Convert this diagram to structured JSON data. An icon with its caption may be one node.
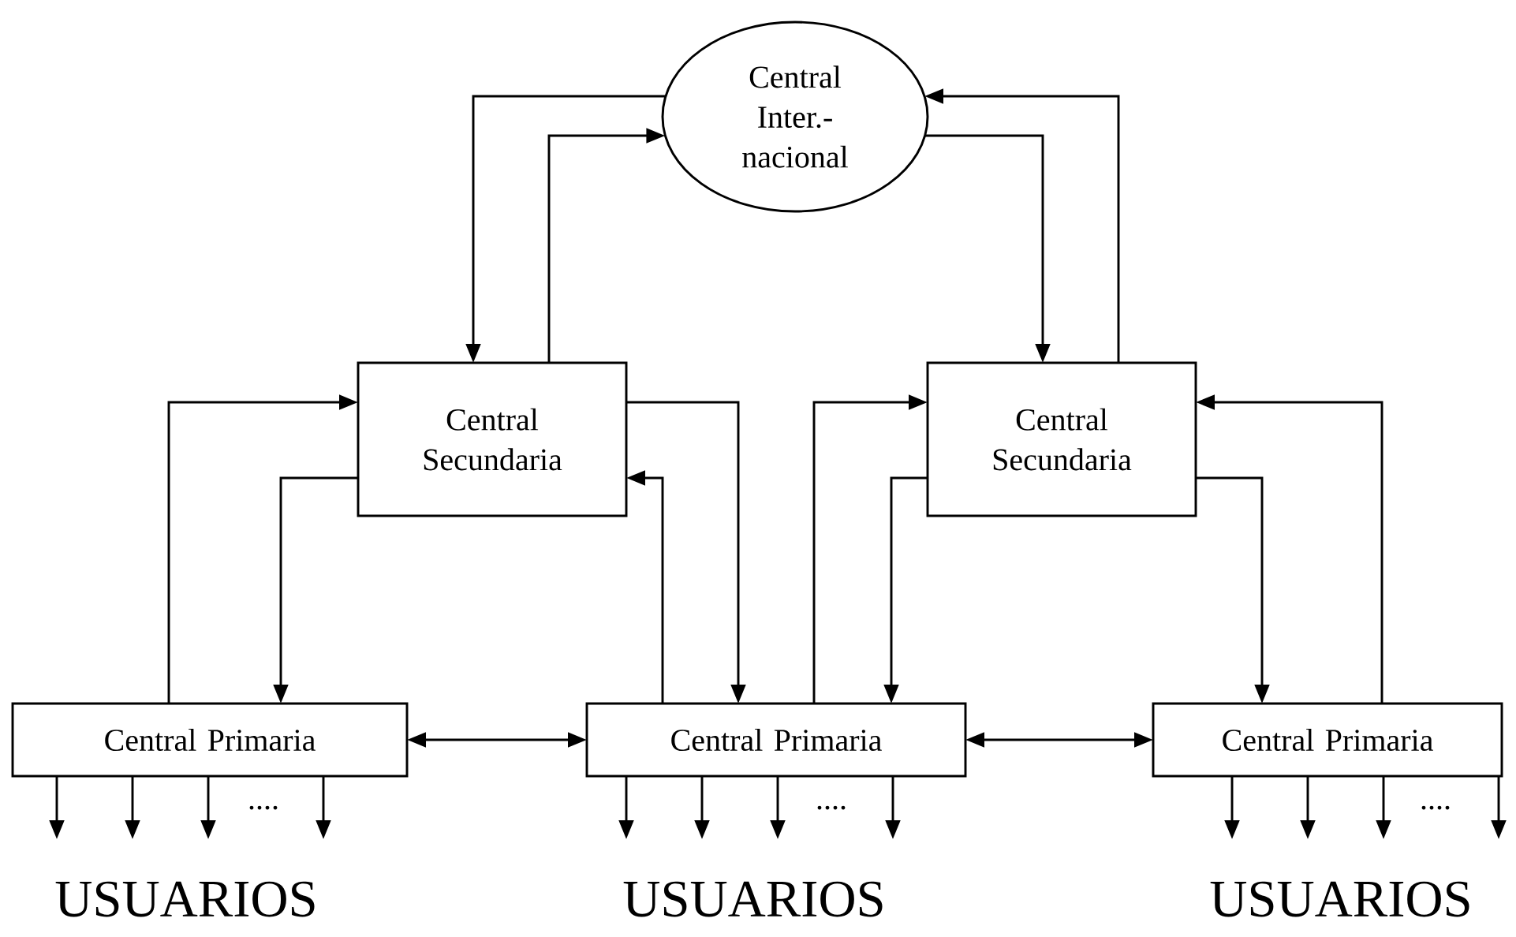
{
  "diagram": {
    "nodes": [
      {
        "text": [
          "Central Inter.- nacional"
        ]
      },
      {
        "text": [
          "Central Secundaria"
        ]
      },
      {
        "text": [
          "Central Secundaria"
        ]
      },
      {
        "text": [
          "Central Primaria"
        ]
      },
      {
        "text": [
          "Central Primaria"
        ]
      },
      {
        "text": [
          "Central Primaria"
        ]
      }
    ],
    "edges": [
      {
        "from": 0,
        "to": 1,
        "arrow": "to"
      },
      {
        "from": 1,
        "to": 0,
        "arrow": "to"
      },
      {
        "from": 0,
        "to": 2,
        "arrow": "to"
      },
      {
        "from": 2,
        "to": 0,
        "arrow": "to"
      },
      {
        "from": 3,
        "to": 1,
        "arrow": "to"
      },
      {
        "from": 1,
        "to": 3,
        "arrow": "to"
      },
      {
        "from": 4,
        "to": 1,
        "arrow": "to"
      },
      {
        "from": 1,
        "to": 4,
        "arrow": "to"
      },
      {
        "from": 4,
        "to": 2,
        "arrow": "to"
      },
      {
        "from": 2,
        "to": 4,
        "arrow": "to"
      },
      {
        "from": 5,
        "to": 2,
        "arrow": "to"
      },
      {
        "from": 2,
        "to": 5,
        "arrow": "to"
      },
      {
        "from": 3,
        "to": 4,
        "arrow": "both"
      },
      {
        "from": 4,
        "to": 5,
        "arrow": "both"
      },
      {
        "from": 3,
        "to": null,
        "arrow": "to"
      },
      {
        "from": 3,
        "to": null,
        "arrow": "to"
      },
      {
        "from": 3,
        "to": null,
        "arrow": "to"
      },
      {
        "from": 3,
        "to": null,
        "arrow": "to"
      },
      {
        "from": 4,
        "to": null,
        "arrow": "to"
      },
      {
        "from": 4,
        "to": null,
        "arrow": "to"
      },
      {
        "from": 4,
        "to": null,
        "arrow": "to"
      },
      {
        "from": 4,
        "to": null,
        "arrow": "to"
      },
      {
        "from": 5,
        "to": null,
        "arrow": "to"
      },
      {
        "from": 5,
        "to": null,
        "arrow": "to"
      },
      {
        "from": 5,
        "to": null,
        "arrow": "to"
      },
      {
        "from": 5,
        "to": null,
        "arrow": "to"
      }
    ],
    "labels": [
      "....",
      "....",
      "....",
      "USUARIOS",
      "USUARIOS",
      "USUARIOS"
    ]
  }
}
